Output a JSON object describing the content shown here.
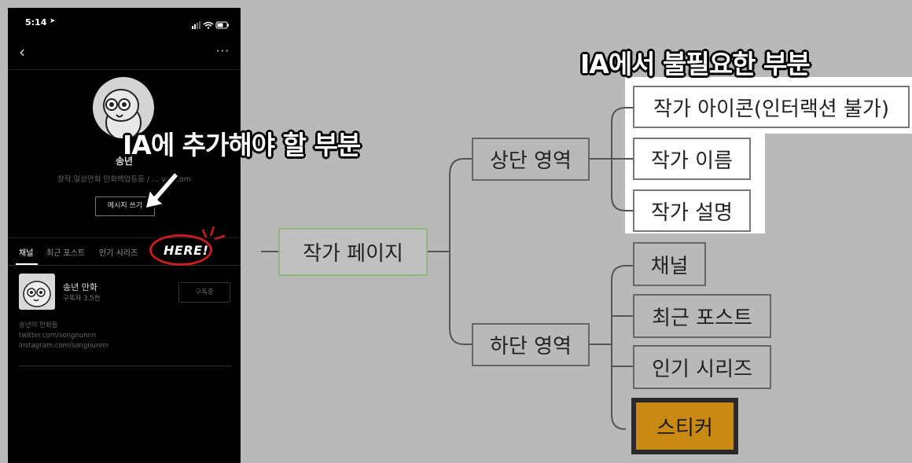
{
  "phone": {
    "status": {
      "time": "5:14"
    },
    "profile": {
      "name": "송년",
      "description": "창작.일상만화 만화백업등등 / ... ver.com",
      "message_button": "메시지 쓰기"
    },
    "tabs": [
      {
        "label": "채널",
        "active": true
      },
      {
        "label": "최근 포스트",
        "active": false
      },
      {
        "label": "인기 시리즈",
        "active": false
      }
    ],
    "here_label": "HERE!",
    "channel": {
      "name": "송년 만화",
      "subscribers": "구독자 3.5천",
      "subscribe_button": "구독중",
      "bio": [
        "송년의 만화들",
        "twitter.com/songnunnn",
        "instagram.com/songnunnn"
      ]
    }
  },
  "annotations": {
    "add_to_ia": "IA에 추가해야 할 부분",
    "unneeded_in_ia": "IA에서 불필요한 부분"
  },
  "mindmap": {
    "root": "작가 페이지",
    "top_section": {
      "label": "상단 영역",
      "children": [
        "작가 아이콘(인터랙션 불가)",
        "작가 이름",
        "작가 설명"
      ]
    },
    "bottom_section": {
      "label": "하단 영역",
      "children": [
        "채널",
        "최근 포스트",
        "인기 시리즈",
        "스티커"
      ]
    }
  },
  "colors": {
    "background": "#b9b9b9",
    "root_border": "#8fb87a",
    "sticker_fill": "#c88a14",
    "here_circle": "#c81e1e"
  }
}
